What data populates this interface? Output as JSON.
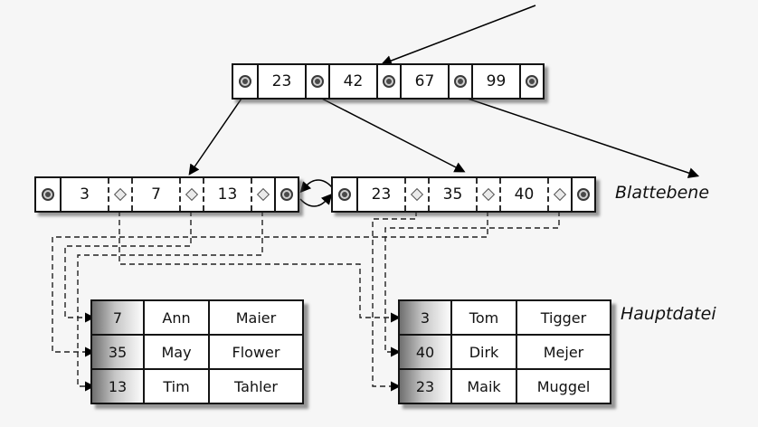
{
  "diagram": {
    "root_node": {
      "keys": [
        "23",
        "42",
        "67",
        "99"
      ]
    },
    "leaf_nodes": {
      "left": {
        "keys": [
          "3",
          "7",
          "13"
        ]
      },
      "right": {
        "keys": [
          "23",
          "35",
          "40"
        ]
      }
    },
    "labels": {
      "leaf_level": "Blattebene",
      "main_file": "Hauptdatei"
    },
    "tables": {
      "left": {
        "rows": [
          [
            "7",
            "Ann",
            "Maier"
          ],
          [
            "35",
            "May",
            "Flower"
          ],
          [
            "13",
            "Tim",
            "Tahler"
          ]
        ]
      },
      "right": {
        "rows": [
          [
            "3",
            "Tom",
            "Tigger"
          ],
          [
            "40",
            "Dirk",
            "Mejer"
          ],
          [
            "23",
            "Maik",
            "Muggel"
          ]
        ]
      }
    },
    "icons": {
      "pointer_circle": "circle-pointer-icon",
      "record_pointer": "diamond-pointer-icon"
    }
  }
}
